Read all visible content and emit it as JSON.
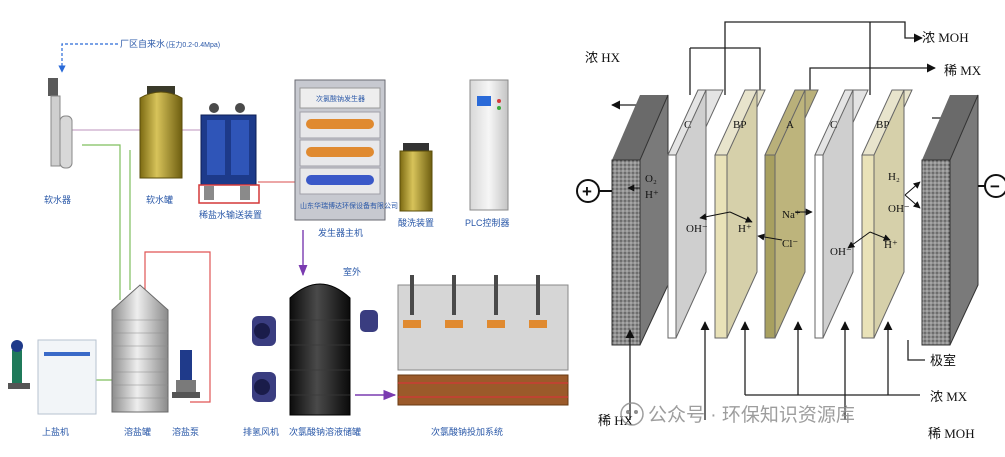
{
  "left": {
    "supply_label": "厂区自来水",
    "supply_pressure": "(压力0.2-0.4Mpa)",
    "labels": {
      "softener": "软水器",
      "soft_tank": "软水罐",
      "dilute_device": "稀盐水输送装置",
      "generator": "发生器主机",
      "acid_device": "酸洗装置",
      "plc": "PLC控制器",
      "feeder": "上盐机",
      "brine_tank": "溶盐罐",
      "brine_pump": "溶盐泵",
      "fan": "排氢风机",
      "storage_tank": "次氯酸钠溶液储罐",
      "dosing": "次氯酸钠投加系统",
      "outdoor": "室外"
    },
    "generator_panel_title": "次氯酸钠发生器",
    "generator_brand": "山东华瑞博达环保设备有限公司"
  },
  "right": {
    "labels": {
      "conc_hx": "浓 HX",
      "conc_moh_top": "浓 MOH",
      "dil_mx": "稀 MX",
      "dil_hx": "稀 HX",
      "conc_mx": "浓 MX",
      "dil_moh": "稀 MOH",
      "chamber": "极室"
    },
    "membranes": [
      "C",
      "BP",
      "A",
      "C",
      "BP"
    ],
    "ions": {
      "o2": "O₂",
      "h_left": "H⁺",
      "oh_1": "OH⁻",
      "h_2": "H⁺",
      "na": "Na⁺",
      "cl": "Cl⁻",
      "oh_2": "OH⁻",
      "h_3": "H⁺",
      "h2": "H₂",
      "oh_right": "OH⁻"
    },
    "electrode_plus": "+",
    "electrode_minus": "−"
  },
  "watermark": "公众号 · 环保知识资源库"
}
